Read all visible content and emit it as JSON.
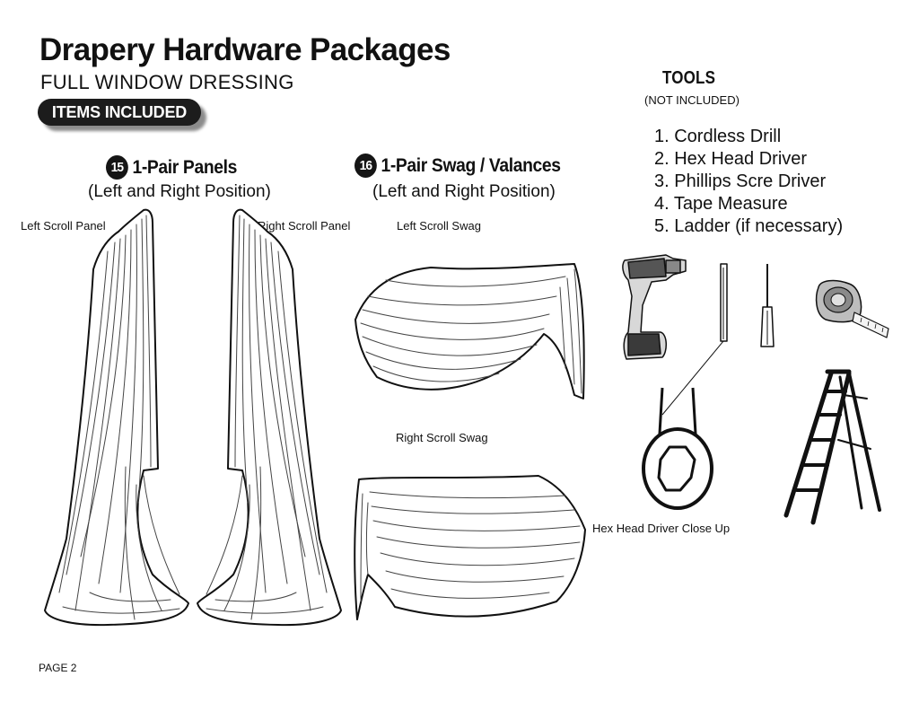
{
  "header": {
    "title": "Drapery Hardware Packages",
    "subtitle": "FULL WINDOW DRESSING",
    "badge": "ITEMS INCLUDED"
  },
  "panels": {
    "number": "15",
    "heading": "1-Pair Panels",
    "position": "(Left and Right Position)",
    "left_caption": "Left Scroll Panel",
    "right_caption": "Right Scroll Panel"
  },
  "swags": {
    "number": "16",
    "heading": "1-Pair Swag / Valances",
    "position": "(Left and Right Position)",
    "left_caption": "Left Scroll Swag",
    "right_caption": "Right Scroll Swag"
  },
  "tools": {
    "title": "TOOLS",
    "note": "(NOT INCLUDED)",
    "items": [
      "1. Cordless Drill",
      "2. Hex Head Driver",
      "3. Phillips Scre Driver",
      "4. Tape Measure",
      "5. Ladder (if necessary)"
    ],
    "hex_caption": "Hex Head Driver Close Up"
  },
  "footer": {
    "page": "PAGE 2"
  },
  "icons": [
    "curtain-panel-illustration",
    "swag-valance-illustration",
    "cordless-drill-icon",
    "hex-driver-icon",
    "phillips-screwdriver-icon",
    "tape-measure-icon",
    "hex-socket-closeup-icon",
    "step-ladder-icon"
  ]
}
